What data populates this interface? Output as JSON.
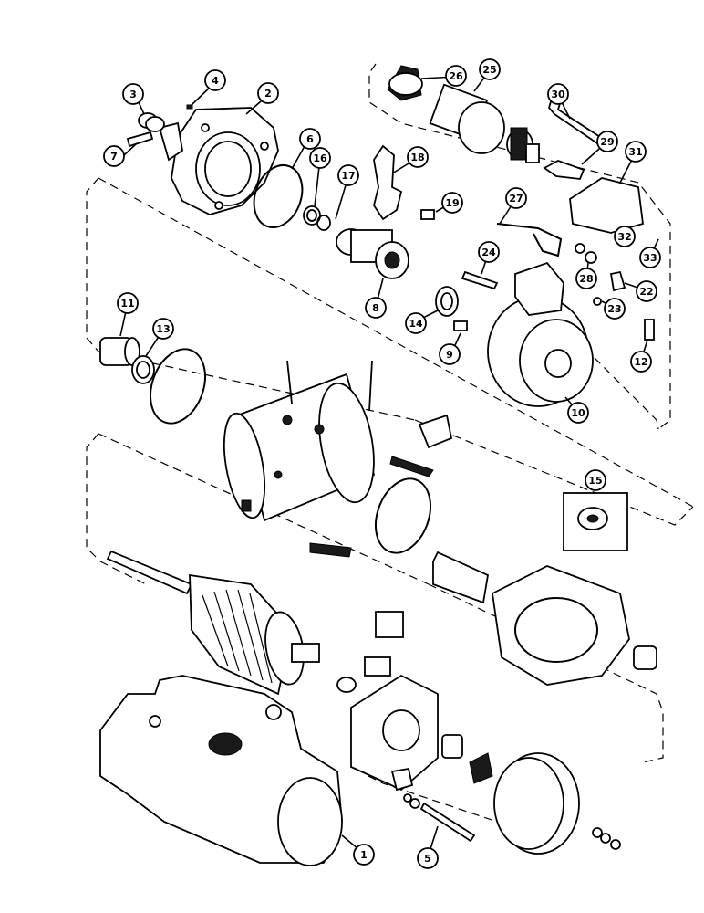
{
  "diagram": {
    "callouts": [
      {
        "id": "c1",
        "number": "1"
      },
      {
        "id": "c2",
        "number": "2"
      },
      {
        "id": "c3",
        "number": "3"
      },
      {
        "id": "c4",
        "number": "4"
      },
      {
        "id": "c5",
        "number": "5"
      },
      {
        "id": "c6",
        "number": "6"
      },
      {
        "id": "c7",
        "number": "7"
      },
      {
        "id": "c8",
        "number": "8"
      },
      {
        "id": "c9",
        "number": "9"
      },
      {
        "id": "c10",
        "number": "10"
      },
      {
        "id": "c11",
        "number": "11"
      },
      {
        "id": "c12",
        "number": "12"
      },
      {
        "id": "c13",
        "number": "13"
      },
      {
        "id": "c14",
        "number": "14"
      },
      {
        "id": "c15",
        "number": "15"
      },
      {
        "id": "c16",
        "number": "16"
      },
      {
        "id": "c17",
        "number": "17"
      },
      {
        "id": "c18",
        "number": "18"
      },
      {
        "id": "c19",
        "number": "19"
      },
      {
        "id": "c22",
        "number": "22"
      },
      {
        "id": "c23",
        "number": "23"
      },
      {
        "id": "c24",
        "number": "24"
      },
      {
        "id": "c25",
        "number": "25"
      },
      {
        "id": "c26",
        "number": "26"
      },
      {
        "id": "c27",
        "number": "27"
      },
      {
        "id": "c28",
        "number": "28"
      },
      {
        "id": "c29",
        "number": "29"
      },
      {
        "id": "c30",
        "number": "30"
      },
      {
        "id": "c31",
        "number": "31"
      },
      {
        "id": "c32",
        "number": "32"
      },
      {
        "id": "c33",
        "number": "33"
      }
    ]
  }
}
